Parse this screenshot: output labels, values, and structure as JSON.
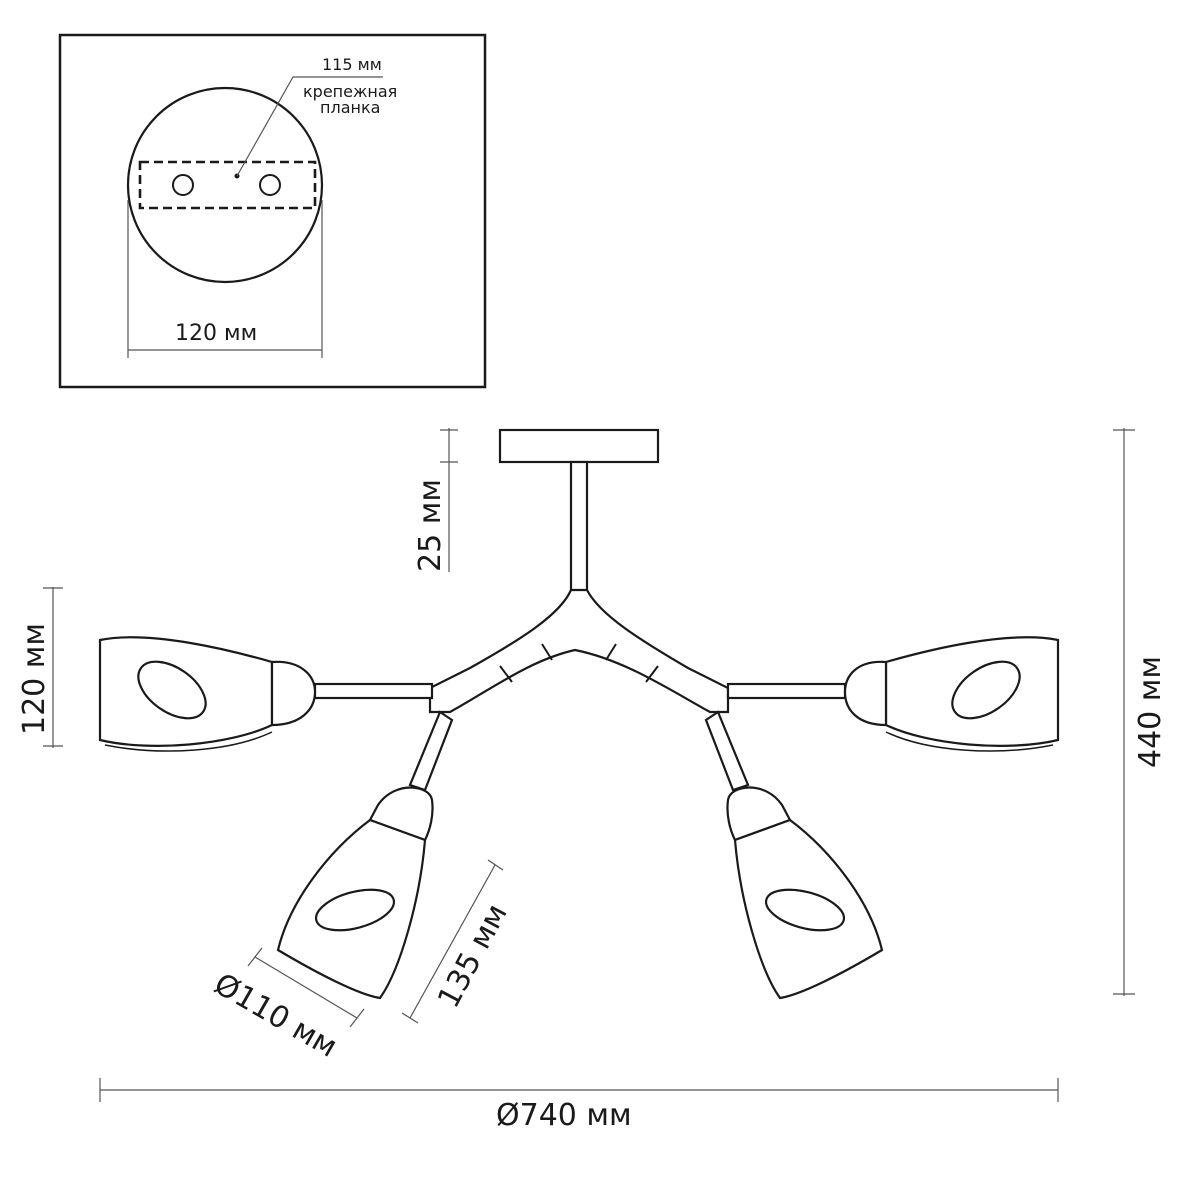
{
  "inset": {
    "plate_label_size": "115 мм",
    "plate_label_line1": "крепежная",
    "plate_label_line2": "планка",
    "base_diameter": "120 мм"
  },
  "dimensions": {
    "canopy_height": "25 мм",
    "shade_height": "120 мм",
    "total_height": "440 мм",
    "shade_length": "135 мм",
    "shade_diameter": "Ø110 мм",
    "total_diameter": "Ø740 мм"
  }
}
